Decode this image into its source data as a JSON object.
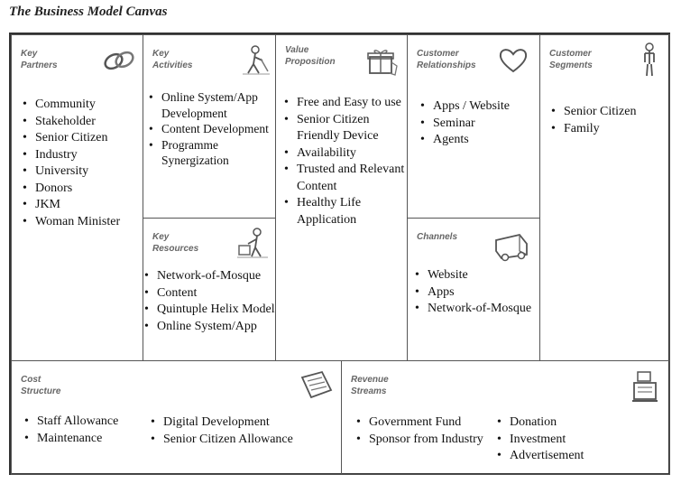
{
  "title": "The Business Model Canvas",
  "blocks": {
    "key_partners": {
      "heading": "Key\nPartners",
      "icon": "chain-link-icon",
      "items": [
        "Community",
        "Stakeholder",
        "Senior Citizen",
        "Industry",
        "University",
        "Donors",
        "JKM",
        "Woman Minister"
      ]
    },
    "key_activities": {
      "heading": "Key\nActivities",
      "icon": "worker-icon",
      "items": [
        "Online System/App Development",
        "Content Development",
        "Programme Synergization"
      ]
    },
    "key_resources": {
      "heading": "Key\nResources",
      "icon": "factory-worker-icon",
      "items": [
        "Network-of-Mosque",
        "Content",
        "Quintuple Helix Model",
        "Online System/App"
      ]
    },
    "value_proposition": {
      "heading": "Value\nProposition",
      "icon": "gift-icon",
      "items": [
        "Free and Easy to use",
        "Senior Citizen Friendly Device",
        "Availability",
        "Trusted and Relevant Content",
        "Healthy Life Application"
      ]
    },
    "customer_relationships": {
      "heading": "Customer\nRelationships",
      "icon": "heart-icon",
      "items": [
        "Apps / Website",
        "Seminar",
        "Agents"
      ]
    },
    "channels": {
      "heading": "Channels",
      "icon": "delivery-truck-icon",
      "items": [
        "Website",
        "Apps",
        "Network-of-Mosque"
      ]
    },
    "customer_segments": {
      "heading": "Customer\nSegments",
      "icon": "person-icon",
      "items": [
        "Senior Citizen",
        "Family"
      ]
    },
    "cost_structure": {
      "heading": "Cost\nStructure",
      "icon": "price-tag-icon",
      "items_left": [
        "Staff Allowance",
        "Maintenance"
      ],
      "items_right": [
        "Digital Development",
        "Senior Citizen Allowance"
      ]
    },
    "revenue_streams": {
      "heading": "Revenue\nStreams",
      "icon": "cash-register-icon",
      "items_left": [
        "Government Fund",
        "Sponsor from Industry"
      ],
      "items_right": [
        "Donation",
        "Investment",
        "Advertisement"
      ]
    }
  }
}
